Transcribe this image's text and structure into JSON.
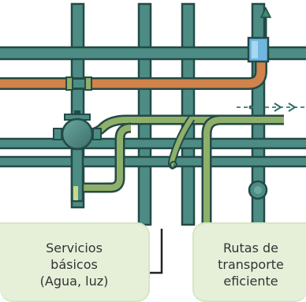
{
  "labels": {
    "left": [
      "Servicios",
      "básicos",
      "(Agua, luz)"
    ],
    "right": [
      "Rutas de",
      "transporte",
      "eficiente"
    ]
  },
  "colors": {
    "pipe_teal": "#4d8c85",
    "pipe_teal_dark": "#234a46",
    "pipe_orange": "#d0834b",
    "pipe_green": "#8fb06a",
    "label_bg": "#e6f0d9",
    "accent_blue": "#6fb6e0"
  }
}
